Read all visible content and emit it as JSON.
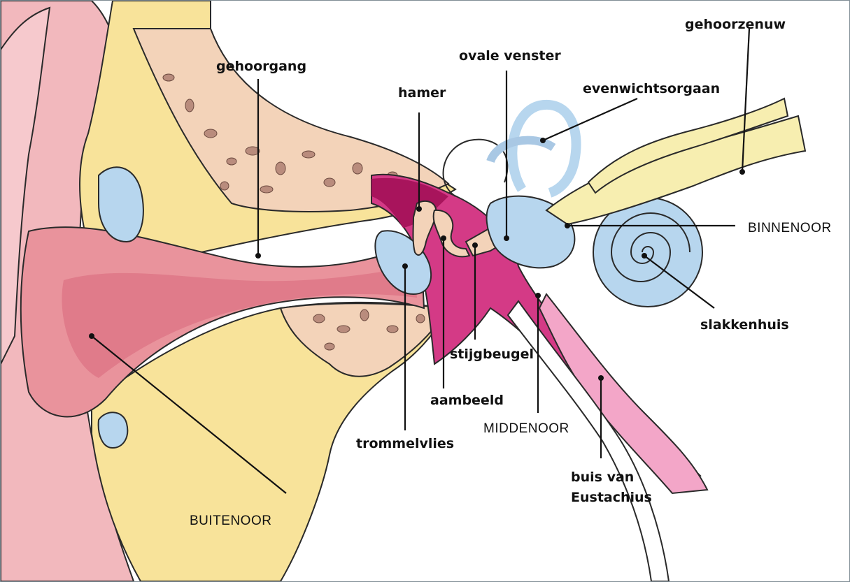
{
  "labels": {
    "gehoorgang": "gehoorgang",
    "hamer": "hamer",
    "ovale_venster": "ovale venster",
    "evenwichtsorgaan": "evenwichtsorgaan",
    "gehoorzenuw": "gehoorzenuw",
    "binnenoor": "BINNENOOR",
    "slakkenhuis": "slakkenhuis",
    "stijgbeugel": "stijgbeugel",
    "aambeeld": "aambeeld",
    "trommelvlies": "trommelvlies",
    "middenoor": "MIDDENOOR",
    "buis_van_line1": "buis van",
    "buis_van_line2": "Eustachius",
    "buitenoor": "BUITENOOR"
  },
  "colors": {
    "skin": "#f2b8bd",
    "skin_dark": "#e9939c",
    "canal": "#e07b8a",
    "bone_yellow": "#f8e39a",
    "bone_tan": "#f3d3b9",
    "middle_ear": "#d43a86",
    "middle_ear_dark": "#a8145c",
    "inner_ear": "#b7d6ee",
    "nerve": "#f7eeb0",
    "tube_light": "#f3a6c8"
  }
}
